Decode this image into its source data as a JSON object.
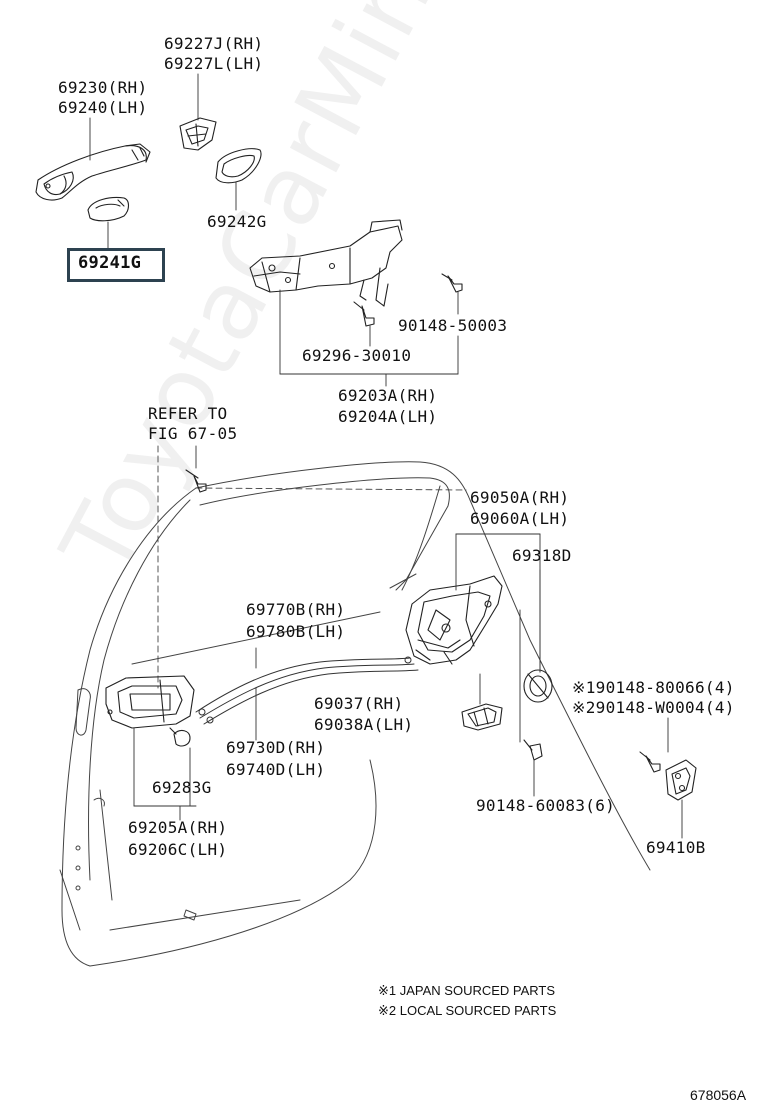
{
  "diagram": {
    "watermark": "ToyotaCarMine.ru",
    "labels": {
      "p69227": [
        "69227J(RH)",
        "69227L(LH)"
      ],
      "p69230": [
        "69230(RH)",
        "69240(LH)"
      ],
      "p69241G": "69241G",
      "p69242G": "69242G",
      "p90148_50003": "90148-50003",
      "p69296": "69296-30010",
      "p69203": [
        "69203A(RH)",
        "69204A(LH)"
      ],
      "refer": [
        "REFER TO",
        "FIG 67-05"
      ],
      "p69050": [
        "69050A(RH)",
        "69060A(LH)"
      ],
      "p69318D": "69318D",
      "p69770": [
        "69770B(RH)",
        "69780B(LH)"
      ],
      "p69037": [
        "69037(RH)",
        "69038A(LH)"
      ],
      "p69730": [
        "69730D(RH)",
        "69740D(LH)"
      ],
      "p69283G": "69283G",
      "p69205": [
        "69205A(RH)",
        "69206C(LH)"
      ],
      "p90148_60083": "90148-60083(6)",
      "p90148_80066": "※190148-80066(4)",
      "p90148_W0004": "※290148-W0004(4)",
      "p69410B": "69410B"
    },
    "notes": [
      "※1 JAPAN SOURCED PARTS",
      "※2 LOCAL SOURCED PARTS"
    ],
    "figure_id": "678056A",
    "highlighted_part": "69241G"
  }
}
